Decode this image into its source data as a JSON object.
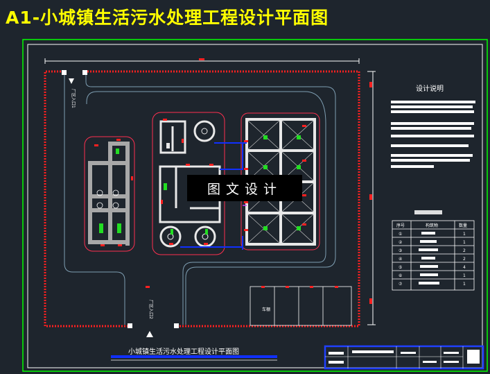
{
  "title": "A1-小城镇生活污水处理工程设计平面图",
  "watermark": "图文设计",
  "notes_title": "设计说明",
  "plan_caption": "小城镇生活污水处理工程设计平面图",
  "parking_label": "车棚",
  "legend": {
    "headers": [
      "序号",
      "构筑物",
      "数量"
    ],
    "rows": [
      {
        "no": "①",
        "count": "1"
      },
      {
        "no": "②",
        "count": "1"
      },
      {
        "no": "③",
        "count": "2"
      },
      {
        "no": "④",
        "count": "2"
      },
      {
        "no": "⑤",
        "count": "4"
      },
      {
        "no": "⑥",
        "count": "1"
      },
      {
        "no": "⑦",
        "count": "1"
      }
    ]
  },
  "gates": [
    "厂区入口1",
    "厂区入口2"
  ],
  "colors": {
    "background": "#1e252d",
    "title": "#ffff00",
    "border": "#00ff00",
    "fence": "#ff2020",
    "pipe": "#1030ff",
    "frame": "#2040ff"
  }
}
